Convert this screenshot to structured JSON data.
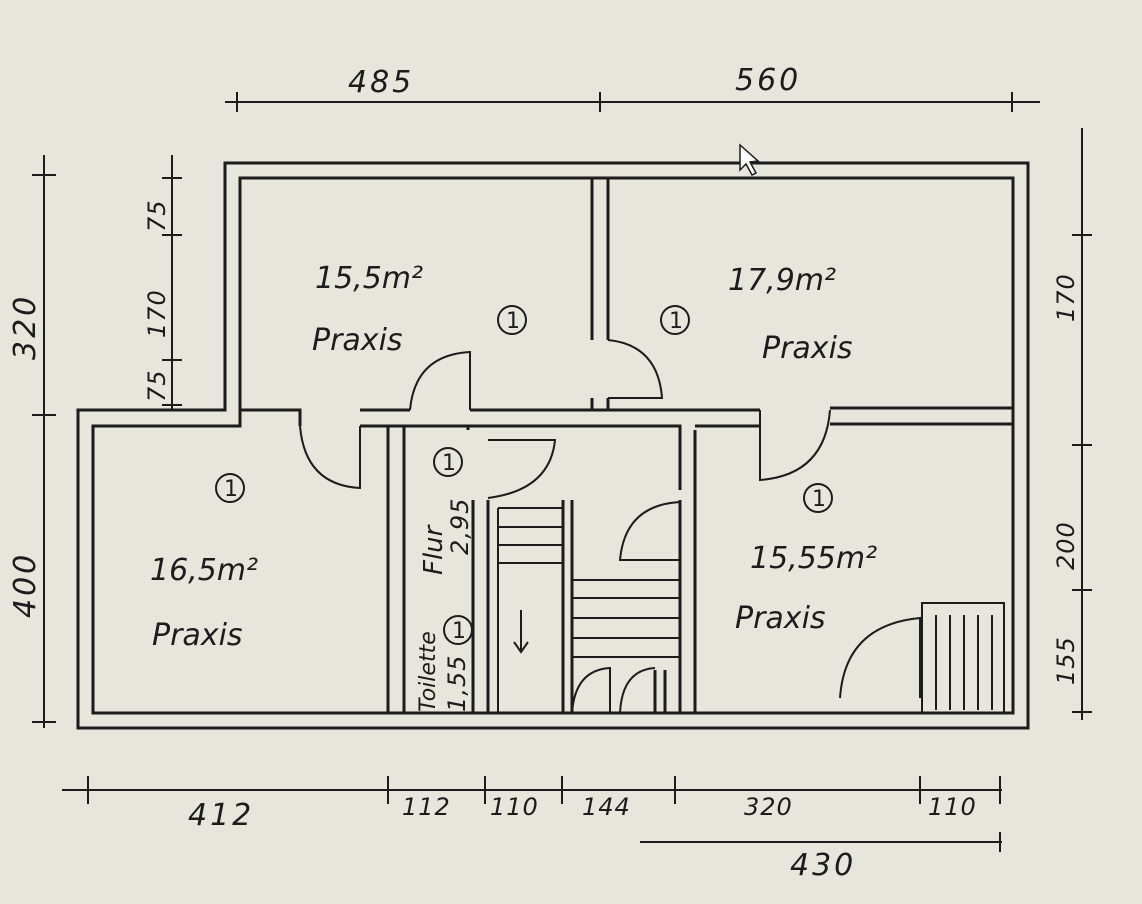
{
  "plan": {
    "dims_top": [
      "485",
      "560"
    ],
    "dims_left": [
      "320",
      "75",
      "170",
      "75",
      "400"
    ],
    "dims_right": [
      "170",
      "200",
      "155"
    ],
    "dims_bottom": [
      "412",
      "112",
      "110",
      "144",
      "320",
      "110"
    ],
    "dims_bottom_total": "430",
    "rooms": [
      {
        "area": "15,5m²",
        "label": "Praxis",
        "marker": "1"
      },
      {
        "area": "17,9m²",
        "label": "Praxis",
        "marker": "1"
      },
      {
        "area": "16,5m²",
        "label": "Praxis",
        "marker": "1"
      },
      {
        "area": "15,55m²",
        "label": "Praxis",
        "marker": "1"
      },
      {
        "area": "2,95",
        "label": "Flur",
        "marker": "1"
      },
      {
        "area": "1,55",
        "label": "Toilette",
        "marker": "1"
      }
    ],
    "colors": {
      "ink": "#1c1c1c",
      "paper": "#e6e6dc"
    }
  }
}
